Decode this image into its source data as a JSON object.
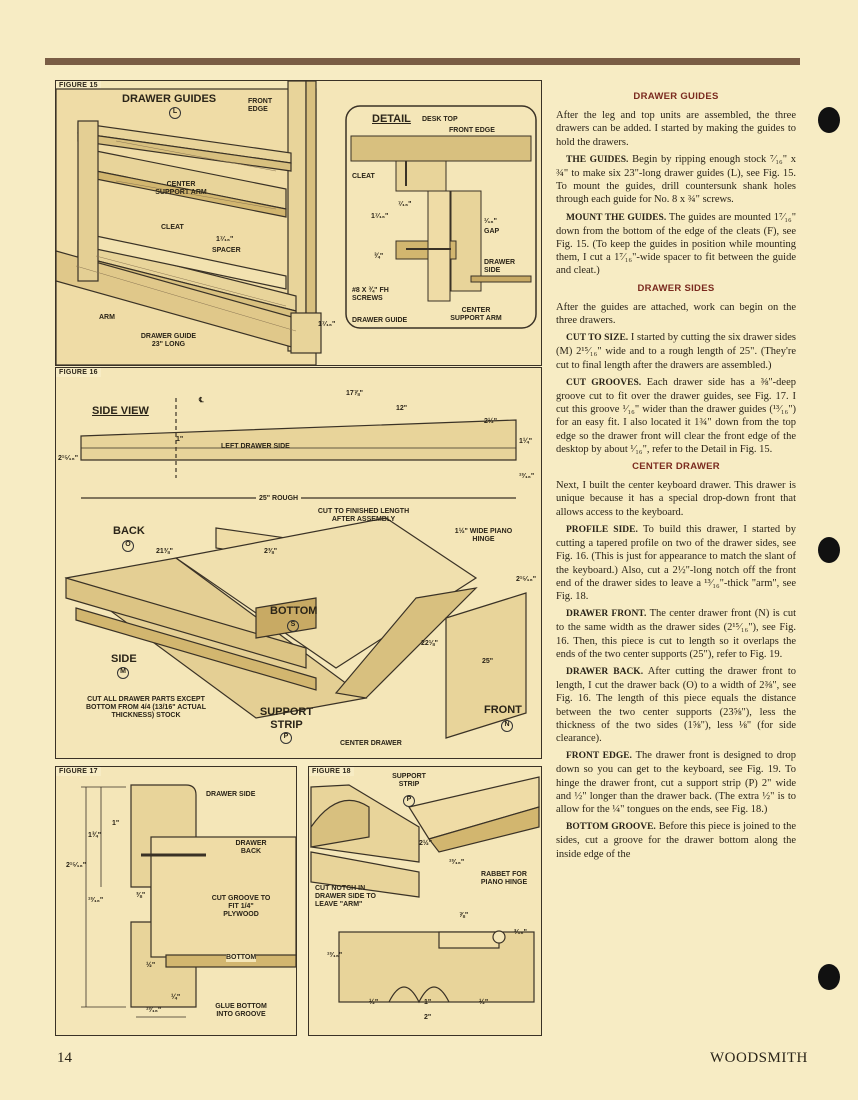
{
  "page_number": "14",
  "magazine": "WOODSMITH",
  "figures": {
    "fig15": {
      "label": "FIGURE 15",
      "drawer_guides": "DRAWER GUIDES",
      "drawer_guides_part": "L",
      "front_edge": "FRONT EDGE",
      "center_support_arm": "CENTER SUPPORT ARM",
      "cleat": "CLEAT",
      "spacer_dim": "1⁷⁄₁₆\"",
      "spacer": "SPACER",
      "arm": "ARM",
      "drawer_guide_23": "DRAWER GUIDE 23\" LONG",
      "dim_1716": "1⁷⁄₁₆\""
    },
    "detail": {
      "title": "DETAIL",
      "desk_top": "DESK TOP",
      "front_edge": "FRONT EDGE",
      "cleat": "CLEAT",
      "dim_716": "⁷⁄₁₆\"",
      "dim_1716": "1⁷⁄₁₆\"",
      "dim_34": "¾\"",
      "gap_dim": "¹⁄₁₆\"",
      "gap": "GAP",
      "drawer_side": "DRAWER SIDE",
      "screws": "#8 x ¾\" Fh SCREWS",
      "drawer_guide": "DRAWER GUIDE",
      "center_support_arm": "CENTER SUPPORT ARM"
    },
    "fig16": {
      "label": "FIGURE 16",
      "side_view": "SIDE VIEW",
      "cl": "℄",
      "dim_1778": "17⅞\"",
      "dim_12": "12\"",
      "dim_212": "2½\"",
      "dim_1": "1\"",
      "left_drawer_side": "LEFT DRAWER SIDE",
      "dim_114": "1¼\"",
      "dim_21516": "2¹⁵⁄₁₆\"",
      "dim_1316": "¹³⁄₁₆\"",
      "rough": "25\" ROUGH",
      "cut_finished": "CUT TO FINISHED LENGTH AFTER ASSEMBLY",
      "back": "BACK",
      "back_part": "O",
      "dim_2138": "21⅜\"",
      "dim_238": "2⅜\"",
      "piano_hinge": "1½\" WIDE PIANO HINGE",
      "dim_21516b": "2¹⁵⁄₁₆\"",
      "bottom": "BOTTOM",
      "bottom_part": "S",
      "dim_2218": "22⅛\"",
      "dim_25": "25\"",
      "side": "SIDE",
      "side_part": "M",
      "stock_note": "CUT ALL DRAWER PARTS EXCEPT BOTTOM FROM 4/4 (13/16\" ACTUAL THICKNESS) STOCK",
      "support_strip": "SUPPORT STRIP",
      "support_part": "P",
      "front": "FRONT",
      "front_part": "N",
      "center_drawer": "CENTER DRAWER"
    },
    "fig17": {
      "label": "FIGURE 17",
      "drawer_side": "DRAWER SIDE",
      "dim_1": "1\"",
      "dim_134": "1¾\"",
      "drawer_back": "DRAWER BACK",
      "dim_21516": "2¹⁵⁄₁₆\"",
      "dim_1316": "¹³⁄₁₆\"",
      "dim_38": "⅜\"",
      "cut_groove": "CUT GROOVE TO FIT 1/4\" PLYWOOD",
      "dim_12": "½\"",
      "bottom": "BOTTOM",
      "dim_14": "¼\"",
      "dim_1316b": "¹³⁄₁₆\"",
      "glue_bottom": "GLUE BOTTOM INTO GROOVE"
    },
    "fig18": {
      "label": "FIGURE 18",
      "support_strip": "SUPPORT STRIP",
      "support_part": "P",
      "dim_212": "2½\"",
      "dim_1316": "¹³⁄₁₆\"",
      "rabbet": "RABBET FOR PIANO HINGE",
      "cut_notch": "CUT NOTCH IN DRAWER SIDE TO LEAVE \"ARM\"",
      "dim_78": "⅞\"",
      "dim_316": "³⁄₁₆\"",
      "dim_1316b": "¹³⁄₁₆\"",
      "dim_12": "½\"",
      "dim_1": "1\"",
      "dim_12b": "½\"",
      "dim_2": "2\""
    }
  },
  "article": {
    "h_guides": "DRAWER GUIDES",
    "p1": "After the leg and top units are assembled, the three drawers can be added. I started by making the guides to hold the drawers.",
    "rh_guides": "THE GUIDES.",
    "p2": "Begin by ripping enough stock ⁷⁄₁₆\" x ¾\" to make six 23\"-long drawer guides (L), see Fig. 15. To mount the guides, drill countersunk shank holes through each guide for No. 8 x ¾\" screws.",
    "rh_mount": "MOUNT THE GUIDES.",
    "p3": "The guides are mounted 1⁷⁄₁₆\" down from the bottom of the edge of the cleats (F), see Fig. 15. (To keep the guides in position while mounting them, I cut a 1⁷⁄₁₆\"-wide spacer to fit between the guide and cleat.)",
    "h_sides": "DRAWER SIDES",
    "p4": "After the guides are attached, work can begin on the three drawers.",
    "rh_cut": "CUT TO SIZE.",
    "p5": "I started by cutting the six drawer sides (M) 2¹⁵⁄₁₆\" wide and to a rough length of 25\". (They're cut to final length after the drawers are assembled.)",
    "rh_grooves": "CUT GROOVES.",
    "p6": "Each drawer side has a ⅜\"-deep groove cut to fit over the drawer guides, see Fig. 17. I cut this groove ¹⁄₁₆\" wider than the drawer guides (¹³⁄₁₆\") for an easy fit. I also located it 1¾\" down from the top edge so the drawer front will clear the front edge of the desktop by about ¹⁄₁₆\", refer to the Detail in Fig. 15.",
    "h_center": "CENTER DRAWER",
    "p7": "Next, I built the center keyboard drawer. This drawer is unique because it has a special drop-down front that allows access to the keyboard.",
    "rh_profile": "PROFILE SIDE.",
    "p8": "To build this drawer, I started by cutting a tapered profile on two of the drawer sides, see Fig. 16. (This is just for appearance to match the slant of the keyboard.) Also, cut a 2½\"-long notch off the front end of the drawer sides to leave a ¹³⁄₁₆\"-thick \"arm\", see Fig. 18.",
    "rh_front": "DRAWER FRONT.",
    "p9": "The center drawer front (N) is cut to the same width as the drawer sides (2¹⁵⁄₁₆\"), see Fig. 16. Then, this piece is cut to length so it overlaps the ends of the two center supports (25\"), refer to Fig. 19.",
    "rh_back": "DRAWER BACK.",
    "p10": "After cutting the drawer front to length, I cut the drawer back (O) to a width of 2⅜\", see Fig. 16. The length of this piece equals the distance between the two center supports (23⅝\"), less the thickness of the two sides (1⅝\"), less ⅛\" (for side clearance).",
    "rh_fedge": "FRONT EDGE.",
    "p11": "The drawer front is designed to drop down so you can get to the keyboard, see Fig. 19. To hinge the drawer front, cut a support strip (P) 2\" wide and ½\" longer than the drawer back. (The extra ½\" is to allow for the ¼\" tongues on the ends, see Fig. 18.)",
    "rh_bgroove": "BOTTOM GROOVE.",
    "p12": "Before this piece is joined to the sides, cut a groove for the drawer bottom along the inside edge of the"
  }
}
